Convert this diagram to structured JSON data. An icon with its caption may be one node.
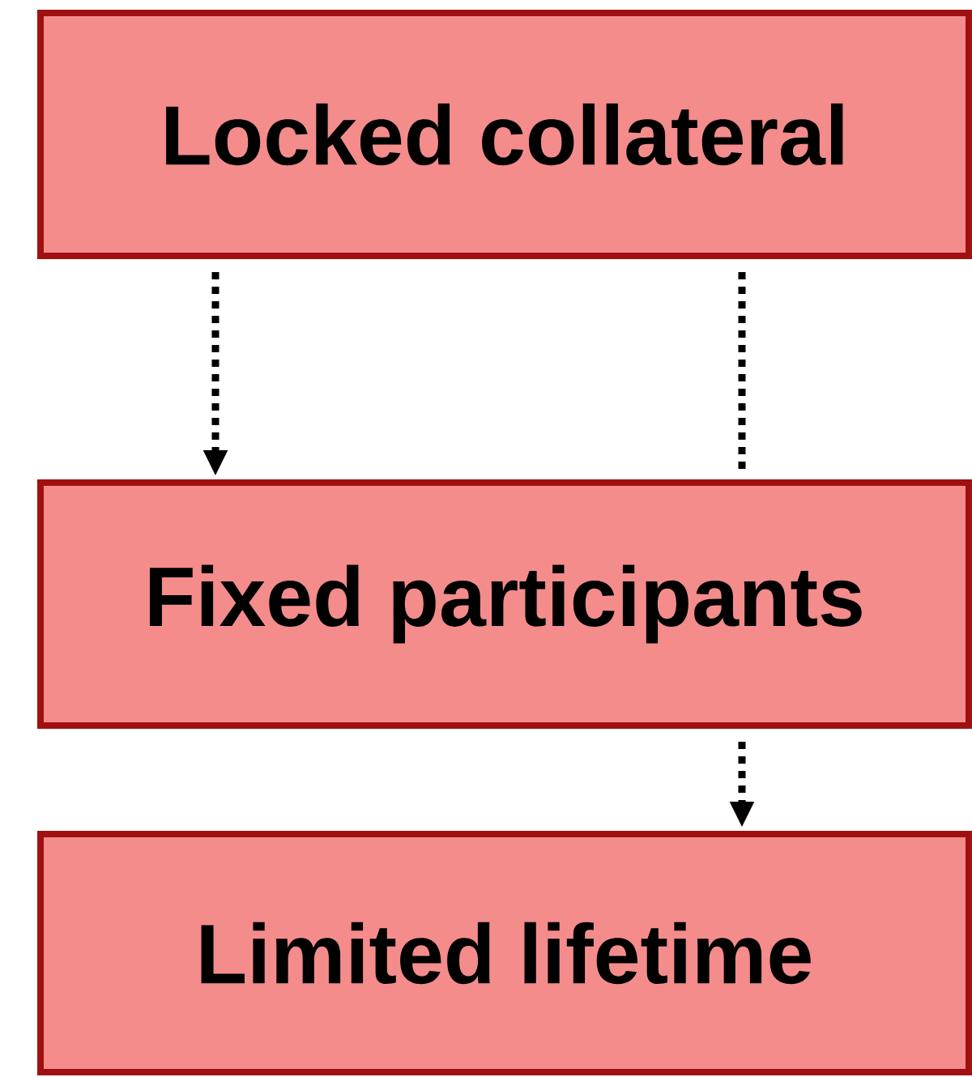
{
  "diagram": {
    "nodes": [
      {
        "text": [
          "Locked collateral"
        ]
      },
      {
        "text": [
          "Fixed participants"
        ]
      },
      {
        "text": [
          "Limited lifetime"
        ]
      }
    ],
    "edges": [
      {
        "from": 0,
        "to": 1,
        "arrow": "to"
      },
      {
        "from": 0,
        "to": 1,
        "arrow": "none"
      },
      {
        "from": 1,
        "to": 2,
        "arrow": "to"
      }
    ]
  }
}
